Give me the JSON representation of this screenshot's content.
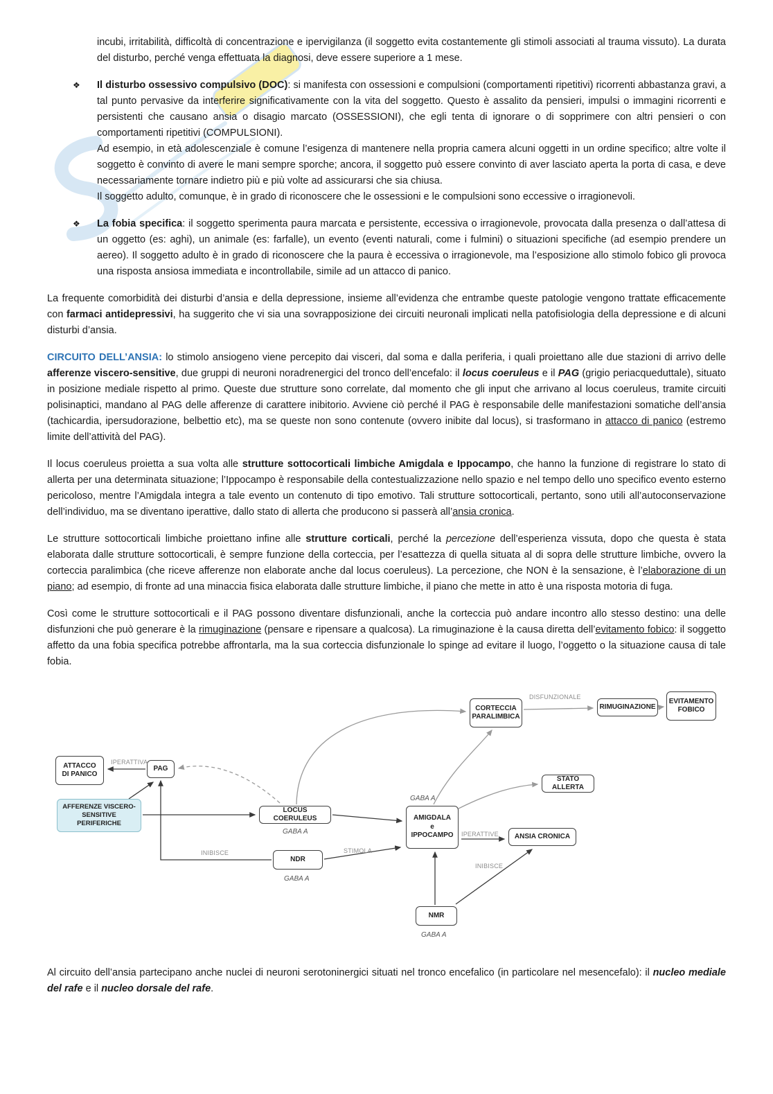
{
  "content": {
    "bullet_char": "❖",
    "paragraphs": [
      {
        "runs": [
          {
            "t": "incubi, irritabilità, difficoltà di concentrazione e ipervigilanza (il soggetto evita costantemente gli stimoli associati al trauma vissuto). La durata del disturbo, perché venga effettuata la diagnosi, deve essere superiore a 1 mese."
          }
        ]
      },
      {
        "runs": [
          {
            "t": "Il disturbo ossessivo compulsivo (DOC)",
            "b": true
          },
          {
            "t": ": si manifesta con ossessioni e compulsioni (comportamenti ripetitivi) ricorrenti abbastanza gravi, a tal punto pervasive da interferire significativamente con la vita del soggetto. Questo è assalito da pensieri, impulsi o immagini ricorrenti e persistenti che causano ansia o disagio marcato (OSSESSIONI), che egli tenta di ignorare o di sopprimere con altri pensieri o con comportamenti ripetitivi (COMPULSIONI)."
          },
          {
            "br": true
          },
          {
            "t": "Ad esempio, in età adolescenziale è comune l’esigenza di mantenere nella propria camera alcuni oggetti in un ordine specifico; altre volte il soggetto è convinto di avere le mani sempre sporche; ancora, il soggetto può essere convinto di aver lasciato aperta la porta di casa, e deve necessariamente tornare indietro più e più volte ad assicurarsi che sia chiusa."
          },
          {
            "br": true
          },
          {
            "t": "Il soggetto adulto, comunque, è in grado di riconoscere che le ossessioni e le compulsioni sono eccessive o irragionevoli."
          }
        ]
      },
      {
        "runs": [
          {
            "t": "La fobia specifica",
            "b": true
          },
          {
            "t": ": il soggetto sperimenta paura marcata e persistente, eccessiva o irragionevole, provocata dalla presenza o dall’attesa di un oggetto (es: aghi), un animale (es: farfalle), un evento (eventi naturali, come i fulmini) o situazioni specifiche (ad esempio prendere un aereo). Il soggetto adulto è in grado di riconoscere che la paura è eccessiva o irragionevole, ma l’esposizione allo stimolo fobico gli provoca una risposta ansiosa immediata e incontrollabile, simile ad un attacco di panico."
          }
        ]
      },
      {
        "runs": [
          {
            "t": "La frequente comorbidità dei disturbi d’ansia e della depressione, insieme all’evidenza che entrambe queste patologie vengono trattate efficacemente con "
          },
          {
            "t": "farmaci antidepressivi",
            "b": true
          },
          {
            "t": ", ha suggerito che vi sia una sovrapposizione dei circuiti neuronali implicati nella patofisiologia della depressione e di alcuni disturbi d’ansia."
          }
        ]
      },
      {
        "runs": [
          {
            "t": "CIRCUITO DELL’ANSIA:",
            "b": true,
            "c": "#2E74B5"
          },
          {
            "t": " lo stimolo ansiogeno viene percepito dai visceri, dal soma e dalla periferia, i quali proiettano alle due stazioni di arrivo delle "
          },
          {
            "t": "afferenze viscero-sensitive",
            "b": true
          },
          {
            "t": ", due gruppi di neuroni noradrenergici del tronco dell’encefalo: il "
          },
          {
            "t": "locus coeruleus",
            "b": true,
            "i": true
          },
          {
            "t": " e il "
          },
          {
            "t": "PAG",
            "b": true,
            "i": true
          },
          {
            "t": " (grigio periacqueduttale), situato in posizione mediale rispetto al primo. Queste due strutture sono correlate, dal momento che gli input che arrivano al locus coeruleus, tramite circuiti polisinaptici, mandano al PAG delle afferenze di carattere inibitorio. Avviene ciò perché il PAG è responsabile delle manifestazioni somatiche dell’ansia (tachicardia, ipersudorazione, belbettio etc), ma se queste non sono contenute (ovvero inibite dal locus), si trasformano in "
          },
          {
            "t": "attacco di panico",
            "u": true
          },
          {
            "t": " (estremo limite dell’attività del PAG)."
          }
        ]
      },
      {
        "runs": [
          {
            "t": "Il locus coeruleus proietta a sua volta alle "
          },
          {
            "t": "strutture sottocorticali limbiche Amigdala e Ippocampo",
            "b": true
          },
          {
            "t": ", che hanno la funzione di registrare lo stato di allerta per una determinata situazione; l’Ippocampo è responsabile della contestualizzazione nello spazio e nel tempo dello uno specifico evento esterno pericoloso, mentre l’Amigdala integra a tale evento un contenuto di tipo emotivo. Tali strutture sottocorticali, pertanto, sono utili all’autoconservazione dell’individuo, ma se diventano iperattive, dallo stato di allerta che producono si passerà all’"
          },
          {
            "t": "ansia cronica",
            "u": true
          },
          {
            "t": "."
          }
        ]
      },
      {
        "runs": [
          {
            "t": "Le strutture sottocorticali limbiche proiettano infine alle "
          },
          {
            "t": "strutture corticali",
            "b": true
          },
          {
            "t": ", perché la "
          },
          {
            "t": "percezione",
            "i": true
          },
          {
            "t": " dell’esperienza vissuta, dopo che questa è stata elaborata dalle strutture sottocorticali, è sempre funzione della corteccia, per l’esattezza di quella situata al di sopra delle strutture limbiche, ovvero la corteccia paralimbica (che riceve afferenze non elaborate anche dal locus coeruleus). La percezione, che NON è la sensazione, è l’"
          },
          {
            "t": "elaborazione di un piano",
            "u": true
          },
          {
            "t": "; ad esempio, di fronte ad una minaccia fisica elaborata dalle strutture limbiche, il piano che mette in atto è una risposta motoria di fuga."
          }
        ]
      },
      {
        "runs": [
          {
            "t": "Così come le strutture sottocorticali e il PAG possono diventare disfunzionali, anche la corteccia può andare incontro allo stesso destino: una delle disfunzioni che può generare è la "
          },
          {
            "t": "rimuginazione",
            "u": true
          },
          {
            "t": " (pensare e ripensare a qualcosa). La rimuginazione è la causa diretta dell’"
          },
          {
            "t": "evitamento fobico",
            "u": true
          },
          {
            "t": ": il soggetto affetto da una fobia specifica potrebbe affrontarla, ma la sua corteccia disfunzionale lo spinge ad evitare il luogo, l’oggetto o la situazione causa di tale fobia."
          }
        ]
      },
      {
        "runs": [
          {
            "t": "Al circuito dell’ansia partecipano anche nuclei di neuroni serotoninergici situati nel tronco encefalico (in particolare nel mesencefalo): il "
          },
          {
            "t": "nucleo mediale del rafe",
            "b": true,
            "i": true
          },
          {
            "t": " e il "
          },
          {
            "t": "nucleo dorsale del rafe",
            "b": true,
            "i": true
          },
          {
            "t": "."
          }
        ]
      }
    ]
  },
  "diagram": {
    "nodes": {
      "corteccia_paralimbica": "CORTECCIA\nPARALIMBICA",
      "rimuginazione": "RIMUGINAZIONE",
      "evitamento_fobico": "EVITAMENTO\nFOBICO",
      "attacco_di_panico": "ATTACCO\nDI PANICO",
      "pag": "PAG",
      "afferenze": "AFFERENZE VISCERO-\nSENSITIVE PERIFERICHE",
      "locus_coeruleus": "LOCUS COERULEUS",
      "amigdala_ippocampo": "AMIGDALA\ne\nIPPOCAMPO",
      "stato_allerta": "STATO ALLERTA",
      "ansia_cronica": "ANSIA CRONICA",
      "ndr": "NDR",
      "nmr": "NMR"
    },
    "edge_labels": {
      "disfunzionale": "DISFUNZIONALE",
      "iperattiva": "IPERATTIVA",
      "iperattive": "IPERATTIVE",
      "inibisce": "INIBISCE",
      "stimola": "STIMOLA",
      "gaba": "GABA A"
    },
    "colors": {
      "heading_blue": "#2E74B5",
      "afferenze_fill": "#d9eef4"
    }
  }
}
